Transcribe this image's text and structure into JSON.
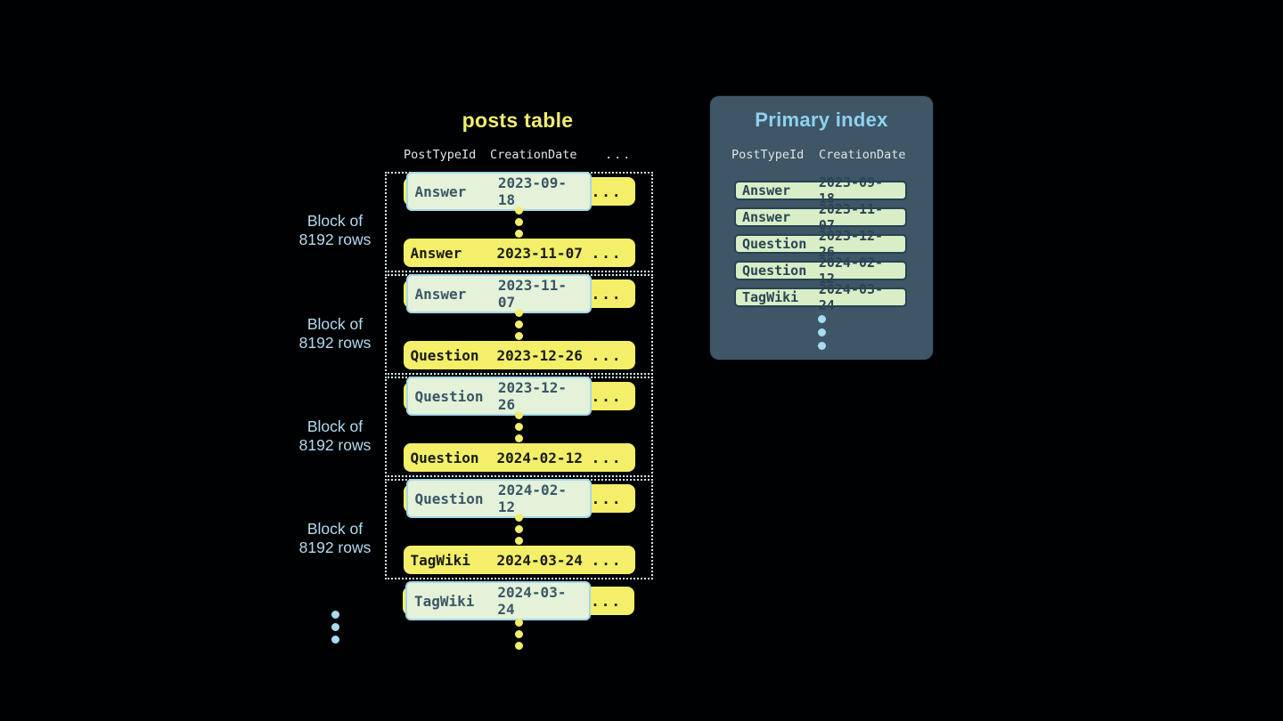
{
  "posts_table": {
    "title": "posts table",
    "headers": {
      "col1": "PostTypeId",
      "col2": "CreationDate",
      "col3": "..."
    },
    "block_label_line1": "Block of",
    "block_label_line2": "8192 rows",
    "ellipsis": "...",
    "blocks": [
      {
        "first": {
          "type": "Answer",
          "date": "2023-09-18"
        },
        "last": {
          "type": "Answer",
          "date": "2023-11-07"
        }
      },
      {
        "first": {
          "type": "Answer",
          "date": "2023-11-07"
        },
        "last": {
          "type": "Question",
          "date": "2023-12-26"
        }
      },
      {
        "first": {
          "type": "Question",
          "date": "2023-12-26"
        },
        "last": {
          "type": "Question",
          "date": "2024-02-12"
        }
      },
      {
        "first": {
          "type": "Question",
          "date": "2024-02-12"
        },
        "last": {
          "type": "TagWiki",
          "date": "2024-03-24"
        }
      }
    ],
    "tail_row": {
      "type": "TagWiki",
      "date": "2024-03-24"
    }
  },
  "primary_index": {
    "title": "Primary index",
    "headers": {
      "col1": "PostTypeId",
      "col2": "CreationDate"
    },
    "rows": [
      {
        "type": "Answer",
        "date": "2023-09-18"
      },
      {
        "type": "Answer",
        "date": "2023-11-07"
      },
      {
        "type": "Question",
        "date": "2023-12-26"
      },
      {
        "type": "Question",
        "date": "2024-02-12"
      },
      {
        "type": "TagWiki",
        "date": "2024-03-24"
      }
    ]
  },
  "colors": {
    "background": "#000103",
    "row_yellow": "#f3ef68",
    "title_yellow": "#f0ed6f",
    "highlight_green": "#e4f2da",
    "highlight_border_blue": "#a5d7e8",
    "panel_background": "#3e5665",
    "panel_title_blue": "#8ed2ef",
    "index_row_green": "#d9eec6",
    "index_row_border": "#254353",
    "block_label_blue": "#b3daf2",
    "dotted_border": "#d3ecf5"
  }
}
